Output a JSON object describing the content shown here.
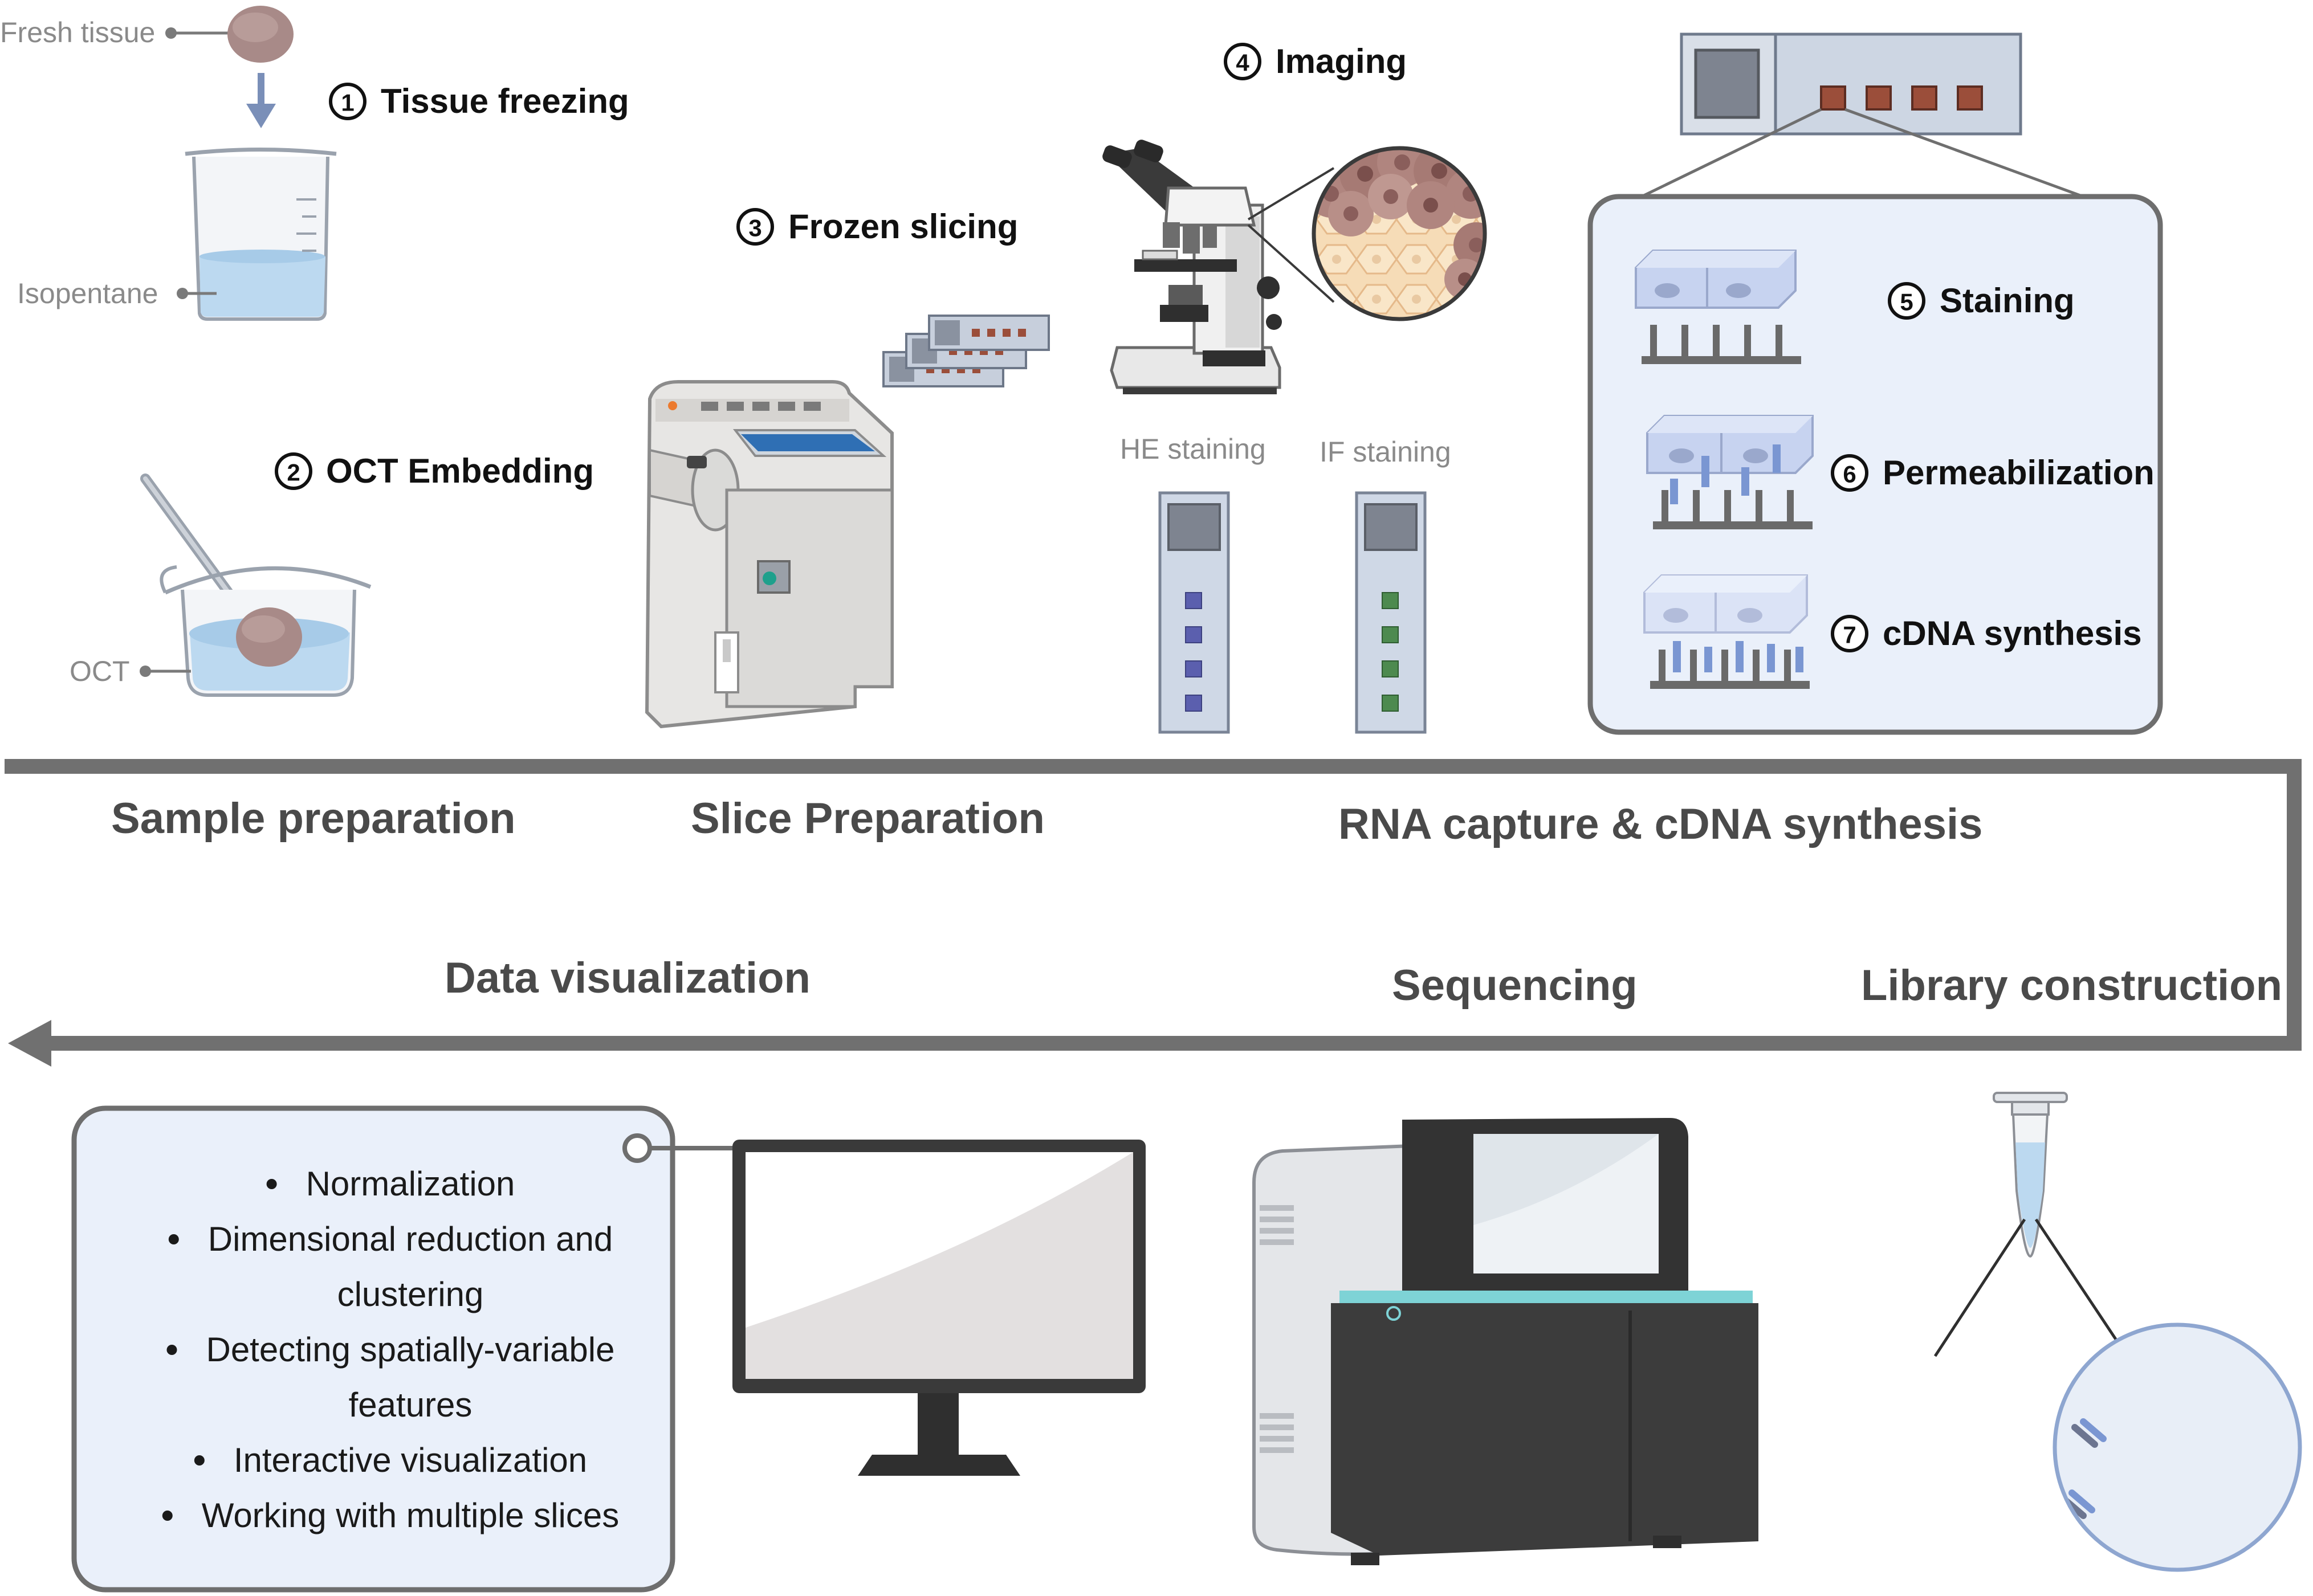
{
  "colors": {
    "flow_arrow": "#707070",
    "panel_fill": "#eaf0fa",
    "panel_stroke": "#6e6e6e",
    "tissue": "#a88a88",
    "liquid": "#bcd9f0",
    "slide_fill": "#cfd8e6",
    "he_spot": "#5b5fae",
    "if_spot": "#4d8a4f",
    "cap_spot": "#9b4e3a",
    "device_dark": "#3c3c3c"
  },
  "sample_prep": {
    "fresh_tissue_label": "Fresh tissue",
    "isopentane_label": "Isopentane",
    "oct_label": "OCT",
    "step1": {
      "number": "1",
      "title": "Tissue freezing"
    },
    "step2": {
      "number": "2",
      "title": "OCT Embedding"
    }
  },
  "slice_prep": {
    "step3": {
      "number": "3",
      "title": "Frozen slicing"
    }
  },
  "imaging": {
    "step4": {
      "number": "4",
      "title": "Imaging"
    },
    "he_label": "HE staining",
    "if_label": "IF staining"
  },
  "rna_capture": {
    "step5": {
      "number": "5",
      "title": "Staining"
    },
    "step6": {
      "number": "6",
      "title": "Permeabilization"
    },
    "step7": {
      "number": "7",
      "title": "cDNA synthesis"
    }
  },
  "stages": {
    "sample_preparation": "Sample preparation",
    "slice_preparation": "Slice Preparation",
    "rna_capture": "RNA capture & cDNA synthesis",
    "library_construction": "Library construction",
    "sequencing": "Sequencing",
    "data_visualization": "Data visualization"
  },
  "data_viz": {
    "bullets": [
      {
        "lines": [
          "Normalization"
        ]
      },
      {
        "lines": [
          "Dimensional reduction and",
          "clustering"
        ]
      },
      {
        "lines": [
          "Detecting spatially-variable",
          "features"
        ]
      },
      {
        "lines": [
          "Interactive visualization"
        ]
      },
      {
        "lines": [
          "Working with multiple slices"
        ]
      }
    ]
  }
}
